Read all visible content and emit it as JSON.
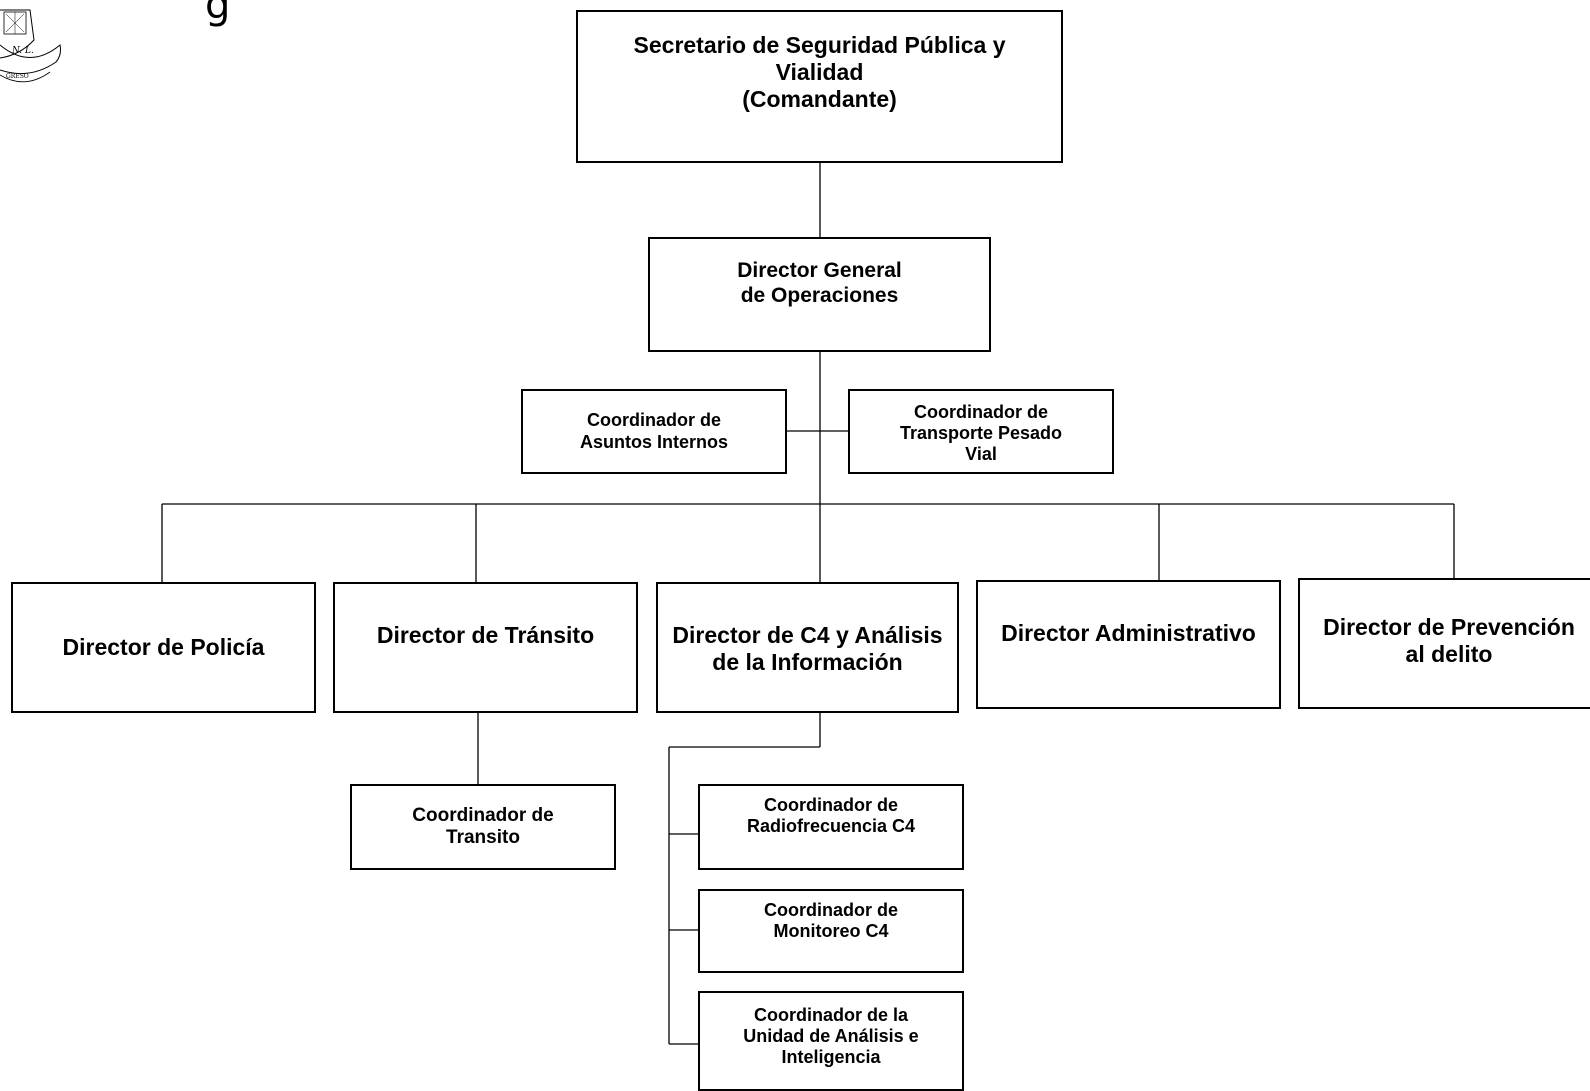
{
  "header": {
    "title_fragment": "g"
  },
  "seal": {
    "motto_fragment": "GRESO",
    "initials": "N. L."
  },
  "nodes": {
    "secretario": "Secretario de Seguridad Pública y\nVialidad\n(Comandante)",
    "director_general": "Director General\nde Operaciones",
    "coord_asuntos": "Coordinador de\nAsuntos Internos",
    "coord_transporte": "Coordinador de\nTransporte Pesado\nVial",
    "director_policia": "Director de Policía",
    "director_transito": "Director de Tránsito",
    "director_c4": "Director de C4 y Análisis\nde la Información",
    "director_admin": "Director Administrativo",
    "director_prevencion": "Director de Prevención\nal delito",
    "coord_transito": "Coordinador de\nTransito",
    "coord_radio": "Coordinador de\nRadiofrecuencia C4",
    "coord_monitoreo": "Coordinador de\nMonitoreo C4",
    "coord_unidad": "Coordinador de la\nUnidad de Análisis e\nInteligencia"
  },
  "colors": {
    "line": "#000000",
    "box_border": "#000000",
    "background": "#ffffff"
  }
}
